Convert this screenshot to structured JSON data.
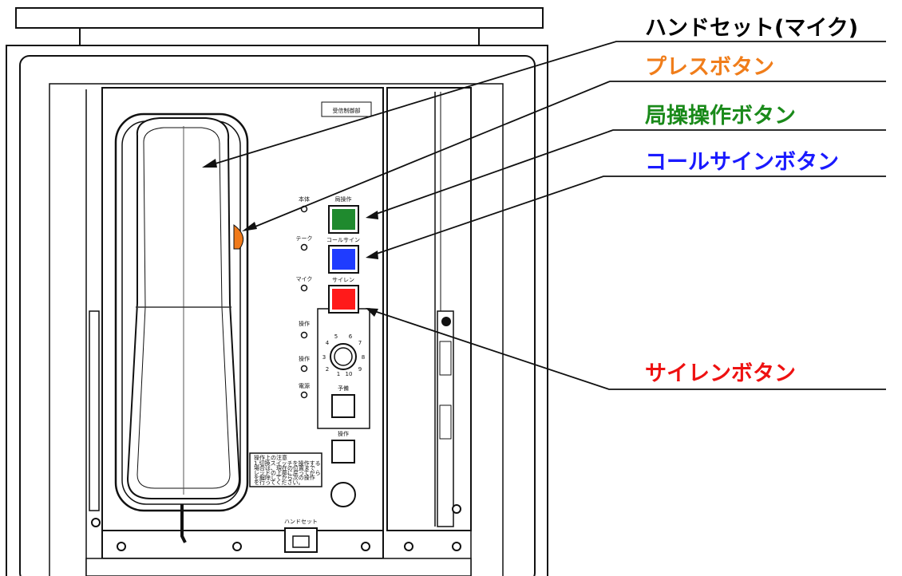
{
  "device": {
    "plate_label": "受信制御部",
    "left_labels": {
      "l1": "本体",
      "l2": "テーク",
      "l3": "マイク",
      "l4": "操作",
      "l5": "操作",
      "l6": "電源"
    },
    "button_labels": {
      "top": "局操作",
      "callsign": "コールサイン",
      "siren": "サイレン",
      "b4": "予備",
      "b5": "操作"
    },
    "dial_numbers": [
      "1",
      "2",
      "3",
      "4",
      "5",
      "6",
      "7",
      "8",
      "9",
      "10"
    ],
    "handset_label": "ハンドセット",
    "notice_lines": [
      "操作上の注意",
      "1.切換スイッチを操作する",
      "場合は、現在の位置まで",
      "レッドの上部に戻ってから",
      "を解除してから次の操作",
      "を行ってください。"
    ],
    "colors": {
      "local_button": "#1f8a2e",
      "callsign_button": "#1f3cff",
      "siren_button": "#ff1a1a",
      "press_button": "#f07a1a"
    }
  },
  "callouts": {
    "handset": {
      "text": "ハンドセット(マイク)",
      "color": "#000000"
    },
    "press": {
      "text": "プレスボタン",
      "color": "#f07d1a"
    },
    "local": {
      "text": "局操操作ボタン",
      "color": "#1a8a1a"
    },
    "callsign": {
      "text": "コールサインボタン",
      "color": "#1a1aff"
    },
    "siren": {
      "text": "サイレンボタン",
      "color": "#ee1111"
    }
  }
}
